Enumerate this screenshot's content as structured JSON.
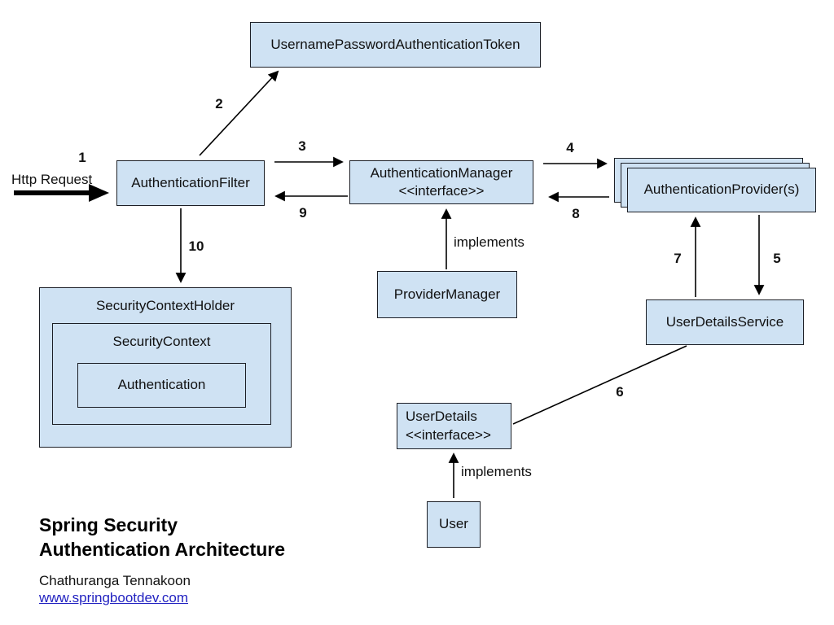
{
  "nodes": {
    "token": "UsernamePasswordAuthenticationToken",
    "filter": "AuthenticationFilter",
    "manager_line1": "AuthenticationManager",
    "manager_line2": "<<interface>>",
    "providers": "AuthenticationProvider(s)",
    "provider_manager": "ProviderManager",
    "security_context_holder": "SecurityContextHolder",
    "security_context": "SecurityContext",
    "authentication": "Authentication",
    "user_details_service": "UserDetailsService",
    "user_details_line1": "UserDetails",
    "user_details_line2": "<<interface>>",
    "user": "User"
  },
  "labels": {
    "http_request": "Http Request",
    "implements_top": "implements",
    "implements_bottom": "implements",
    "n1": "1",
    "n2": "2",
    "n3": "3",
    "n4": "4",
    "n5": "5",
    "n6": "6",
    "n7": "7",
    "n8": "8",
    "n9": "9",
    "n10": "10"
  },
  "footer": {
    "title_line1": "Spring Security",
    "title_line2": "Authentication Architecture",
    "author": "Chathuranga Tennakoon",
    "link": "www.springbootdev.com"
  },
  "colors": {
    "node_fill": "#cfe2f3",
    "node_border": "#1c1f26",
    "connector": "#000000",
    "link_text": "#2222c1"
  }
}
